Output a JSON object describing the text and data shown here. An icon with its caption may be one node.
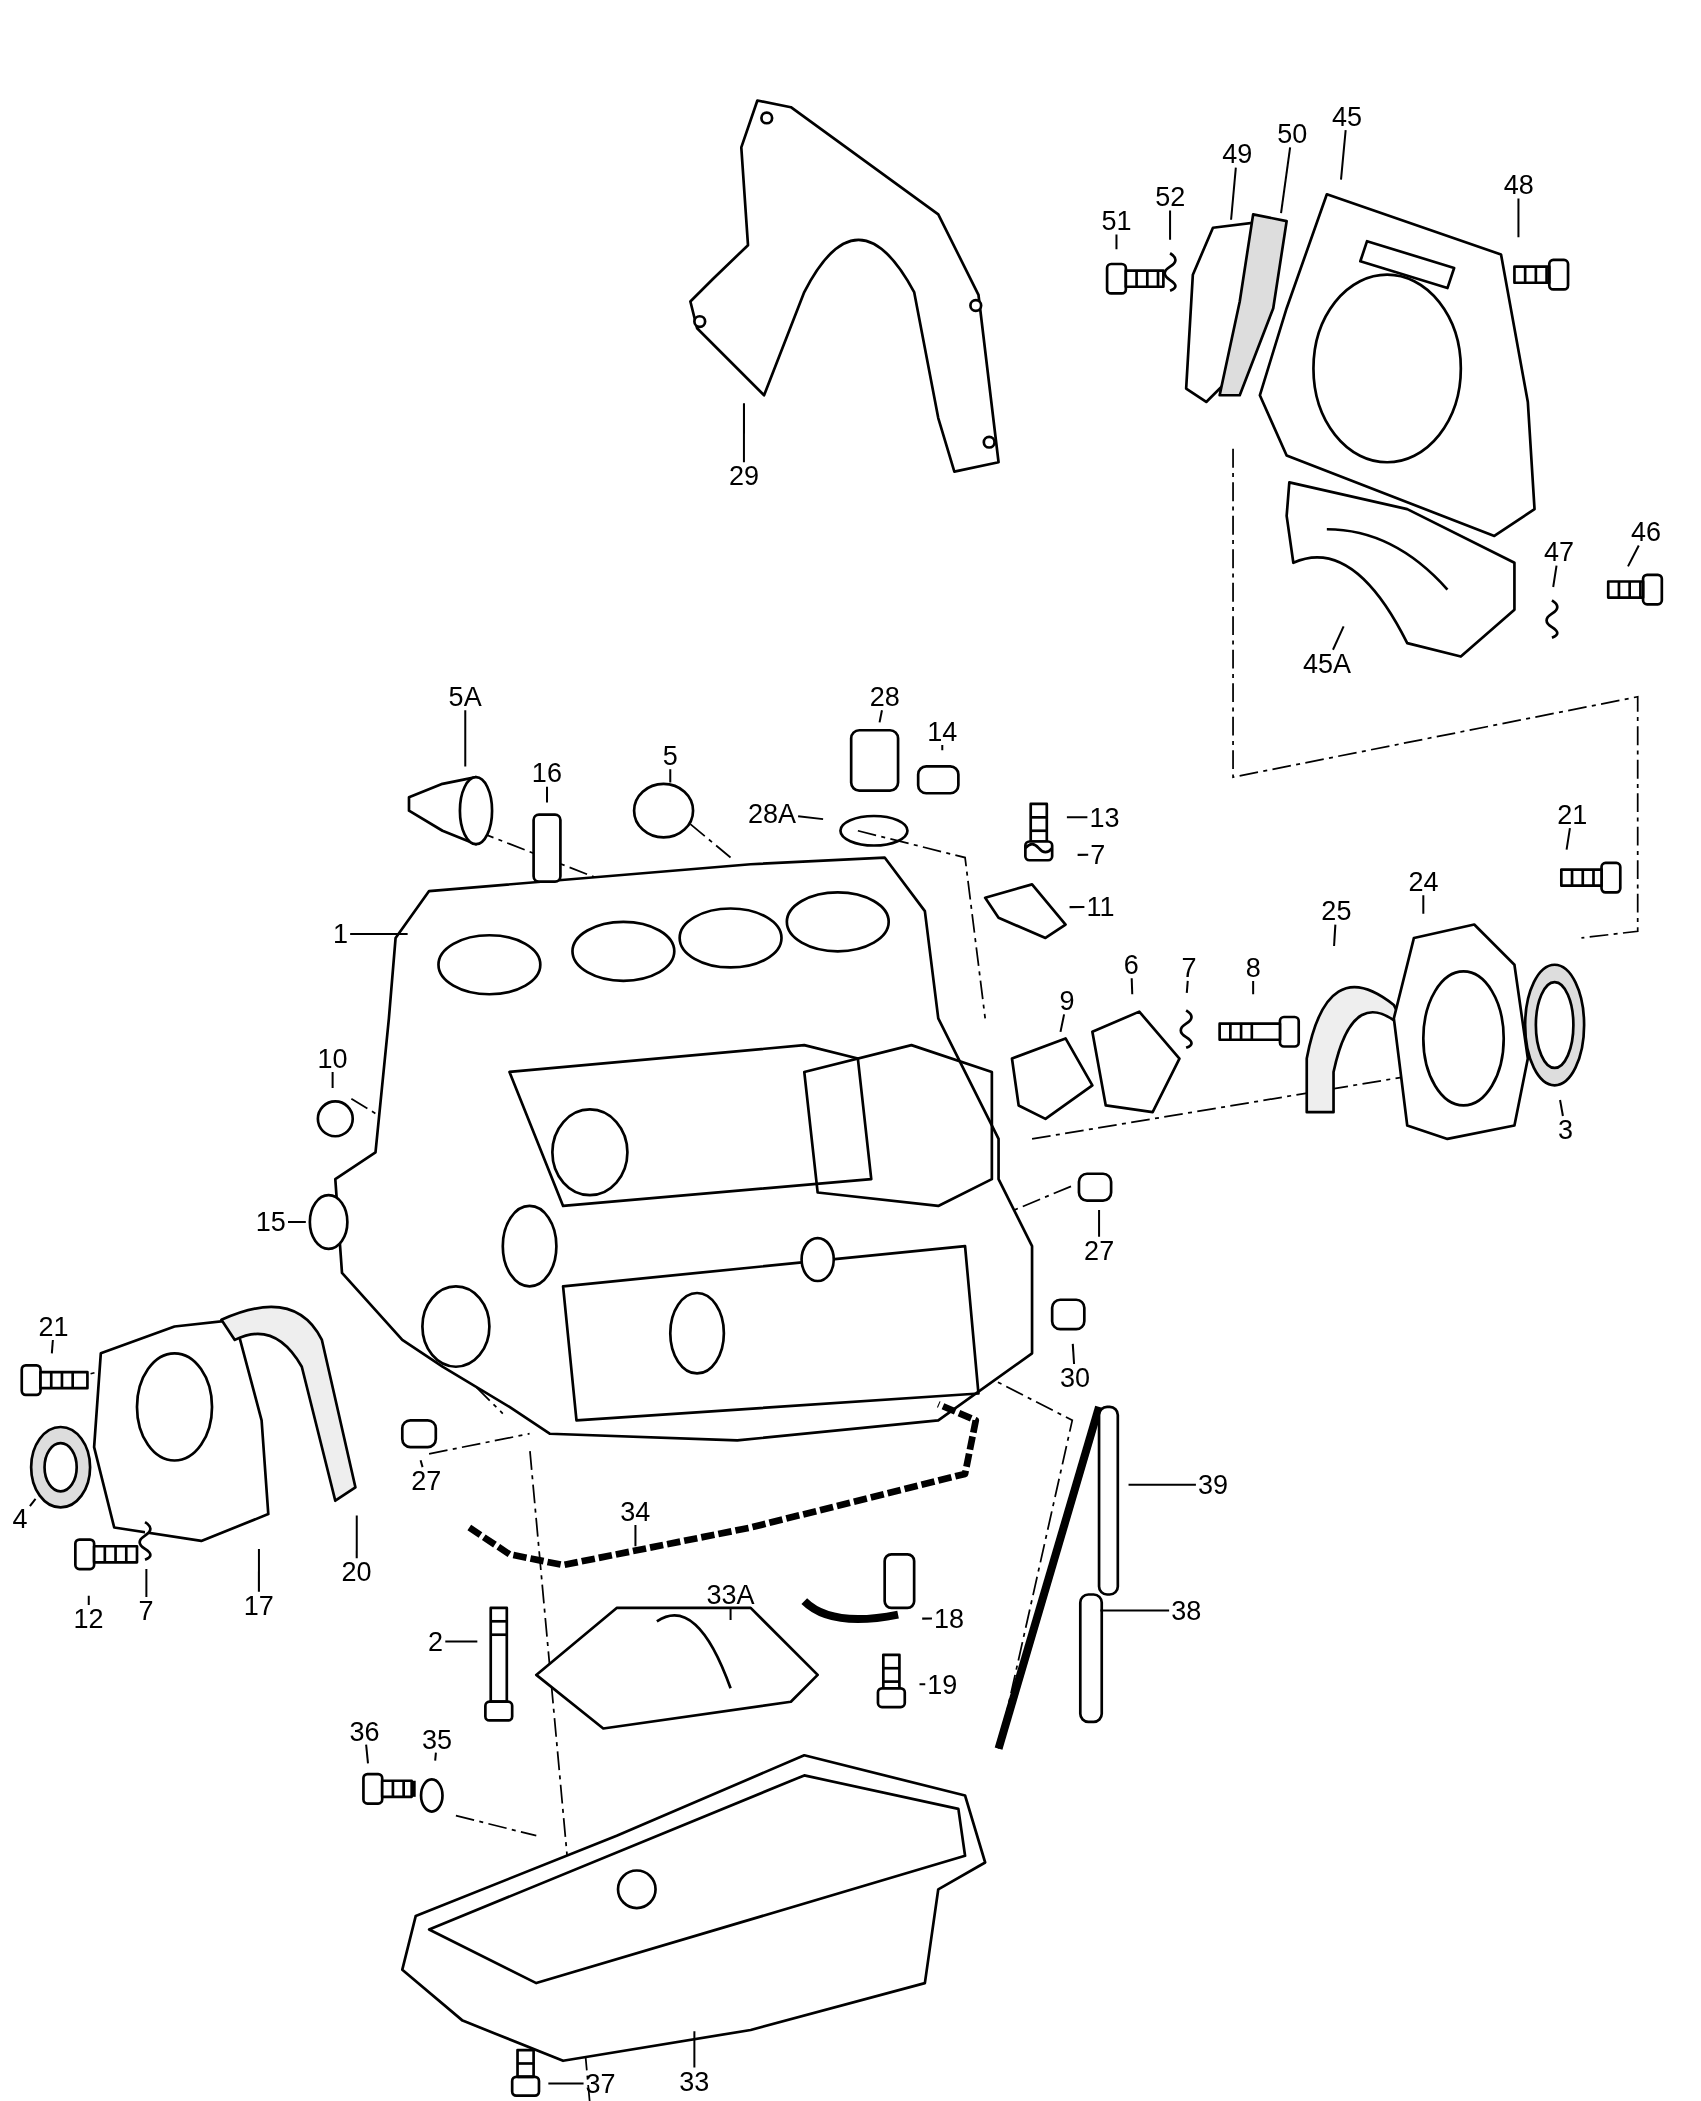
{
  "diagram": {
    "nodes": [
      {
        "text": [
          "45"
        ]
      },
      {
        "text": [
          "50"
        ]
      },
      {
        "text": [
          "49"
        ]
      },
      {
        "text": [
          "48"
        ]
      },
      {
        "text": [
          "52"
        ]
      },
      {
        "text": [
          "51"
        ]
      },
      {
        "text": [
          "29"
        ]
      },
      {
        "text": [
          "46"
        ]
      },
      {
        "text": [
          "47"
        ]
      },
      {
        "text": [
          "45A"
        ]
      },
      {
        "text": [
          "5A"
        ]
      },
      {
        "text": [
          "28"
        ]
      },
      {
        "text": [
          "14"
        ]
      },
      {
        "text": [
          "16"
        ]
      },
      {
        "text": [
          "5"
        ]
      },
      {
        "text": [
          "28A"
        ]
      },
      {
        "text": [
          "21"
        ]
      },
      {
        "text": [
          "13"
        ]
      },
      {
        "text": [
          "7"
        ]
      },
      {
        "text": [
          "24"
        ]
      },
      {
        "text": [
          "11"
        ]
      },
      {
        "text": [
          "25"
        ]
      },
      {
        "text": [
          "1"
        ]
      },
      {
        "text": [
          "6"
        ]
      },
      {
        "text": [
          "7"
        ]
      },
      {
        "text": [
          "8"
        ]
      },
      {
        "text": [
          "9"
        ]
      },
      {
        "text": [
          "10"
        ]
      },
      {
        "text": [
          "3"
        ]
      },
      {
        "text": [
          "15"
        ]
      },
      {
        "text": [
          "27"
        ]
      },
      {
        "text": [
          "21"
        ]
      },
      {
        "text": [
          "30"
        ]
      },
      {
        "text": [
          "27"
        ]
      },
      {
        "text": [
          "39"
        ]
      },
      {
        "text": [
          "34"
        ]
      },
      {
        "text": [
          "4"
        ]
      },
      {
        "text": [
          "33A"
        ]
      },
      {
        "text": [
          "20"
        ]
      },
      {
        "text": [
          "38"
        ]
      },
      {
        "text": [
          "17"
        ]
      },
      {
        "text": [
          "7"
        ]
      },
      {
        "text": [
          "12"
        ]
      },
      {
        "text": [
          "18"
        ]
      },
      {
        "text": [
          "2"
        ]
      },
      {
        "text": [
          "19"
        ]
      },
      {
        "text": [
          "36"
        ]
      },
      {
        "text": [
          "35"
        ]
      },
      {
        "text": [
          "33"
        ]
      },
      {
        "text": [
          "37"
        ]
      }
    ],
    "edges": [
      {
        "from": 0,
        "to": null,
        "arrow": "none"
      },
      {
        "from": 1,
        "to": null,
        "arrow": "none"
      },
      {
        "from": 2,
        "to": null,
        "arrow": "none"
      },
      {
        "from": 3,
        "to": null,
        "arrow": "none"
      },
      {
        "from": 4,
        "to": null,
        "arrow": "none"
      },
      {
        "from": 5,
        "to": null,
        "arrow": "none"
      },
      {
        "from": 6,
        "to": null,
        "arrow": "none"
      },
      {
        "from": 7,
        "to": null,
        "arrow": "none"
      },
      {
        "from": 8,
        "to": null,
        "arrow": "none"
      },
      {
        "from": 9,
        "to": null,
        "arrow": "none"
      },
      {
        "from": 10,
        "to": null,
        "arrow": "none"
      },
      {
        "from": 11,
        "to": null,
        "arrow": "none"
      },
      {
        "from": 12,
        "to": null,
        "arrow": "none"
      },
      {
        "from": 13,
        "to": null,
        "arrow": "none"
      },
      {
        "from": 14,
        "to": null,
        "arrow": "none"
      },
      {
        "from": 15,
        "to": null,
        "arrow": "none"
      },
      {
        "from": 16,
        "to": null,
        "arrow": "none"
      },
      {
        "from": 17,
        "to": null,
        "arrow": "none"
      },
      {
        "from": 18,
        "to": null,
        "arrow": "none"
      },
      {
        "from": 19,
        "to": null,
        "arrow": "none"
      },
      {
        "from": 20,
        "to": null,
        "arrow": "none"
      },
      {
        "from": 21,
        "to": null,
        "arrow": "none"
      },
      {
        "from": 22,
        "to": null,
        "arrow": "none"
      },
      {
        "from": 23,
        "to": null,
        "arrow": "none"
      },
      {
        "from": 24,
        "to": null,
        "arrow": "none"
      },
      {
        "from": 25,
        "to": null,
        "arrow": "none"
      },
      {
        "from": 26,
        "to": null,
        "arrow": "none"
      },
      {
        "from": 27,
        "to": null,
        "arrow": "none"
      },
      {
        "from": 28,
        "to": null,
        "arrow": "none"
      },
      {
        "from": 29,
        "to": null,
        "arrow": "none"
      },
      {
        "from": 30,
        "to": null,
        "arrow": "none"
      },
      {
        "from": 31,
        "to": null,
        "arrow": "none"
      },
      {
        "from": 32,
        "to": null,
        "arrow": "none"
      },
      {
        "from": 33,
        "to": null,
        "arrow": "none"
      },
      {
        "from": 34,
        "to": null,
        "arrow": "none"
      },
      {
        "from": 35,
        "to": null,
        "arrow": "none"
      },
      {
        "from": 36,
        "to": null,
        "arrow": "none"
      },
      {
        "from": 37,
        "to": null,
        "arrow": "none"
      },
      {
        "from": 38,
        "to": null,
        "arrow": "none"
      },
      {
        "from": 39,
        "to": null,
        "arrow": "none"
      },
      {
        "from": 40,
        "to": null,
        "arrow": "none"
      },
      {
        "from": 41,
        "to": null,
        "arrow": "none"
      },
      {
        "from": 42,
        "to": null,
        "arrow": "none"
      },
      {
        "from": 43,
        "to": null,
        "arrow": "none"
      },
      {
        "from": 44,
        "to": null,
        "arrow": "none"
      },
      {
        "from": 45,
        "to": null,
        "arrow": "none"
      },
      {
        "from": 46,
        "to": null,
        "arrow": "none"
      },
      {
        "from": 47,
        "to": null,
        "arrow": "none"
      },
      {
        "from": 48,
        "to": null,
        "arrow": "none"
      },
      {
        "from": 49,
        "to": null,
        "arrow": "none"
      }
    ]
  }
}
